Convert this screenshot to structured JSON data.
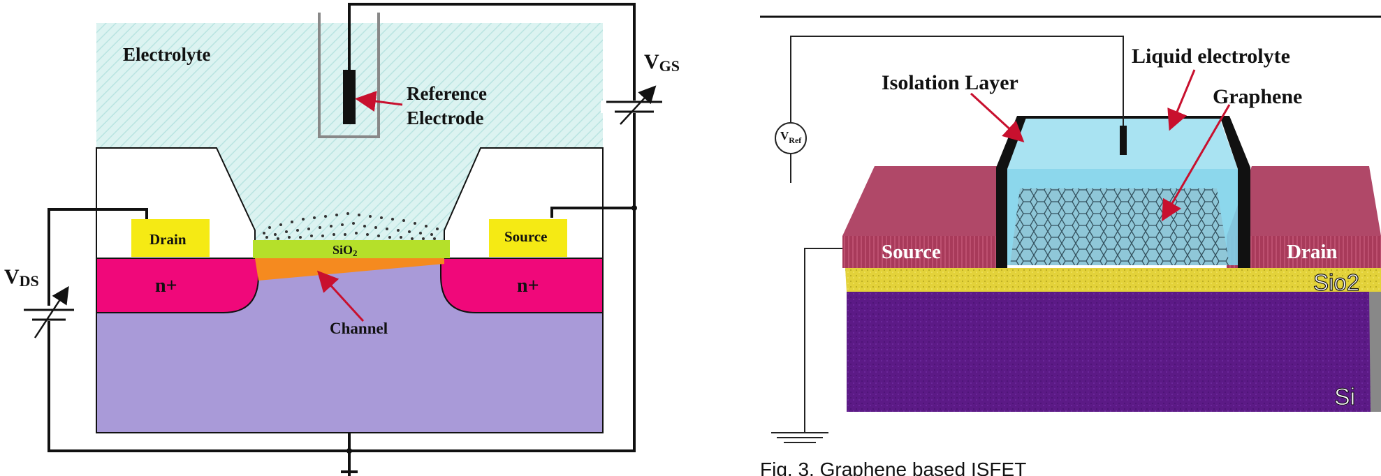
{
  "left_diagram": {
    "labels": {
      "electrolyte": "Electrolyte",
      "reference_electrode_line1": "Reference",
      "reference_electrode_line2": "Electrode",
      "vgs_main": "V",
      "vgs_sub": "GS",
      "vds_main": "V",
      "vds_sub": "DS",
      "drain": "Drain",
      "source": "Source",
      "sio2": "SiO",
      "sio2_sub": "2",
      "n_plus_left": "n+",
      "n_plus_right": "n+",
      "channel": "Channel"
    },
    "colors": {
      "electrolyte": "#dcf3f1",
      "substrate": "#a99ad8",
      "n_plus": "#f0087a",
      "contact_pad": "#f5ea14",
      "sio2": "#b5e02a",
      "channel": "#f58a1f"
    }
  },
  "right_diagram": {
    "labels": {
      "liquid_electrolyte": "Liquid electrolyte",
      "isolation_layer": "Isolation Layer",
      "graphene": "Graphene",
      "vref_main": "V",
      "vref_sub": "Ref",
      "source": "Source",
      "drain": "Drain",
      "sio2": "Sio2",
      "si": "Si"
    },
    "caption": "Fig. 3. Graphene based ISFET",
    "colors": {
      "source_drain": "#a83a5a",
      "sio2_layer": "#e3d23a",
      "si_layer": "#5c1a86",
      "isolation": "#111111",
      "liquid": "#7fd3ea"
    }
  }
}
